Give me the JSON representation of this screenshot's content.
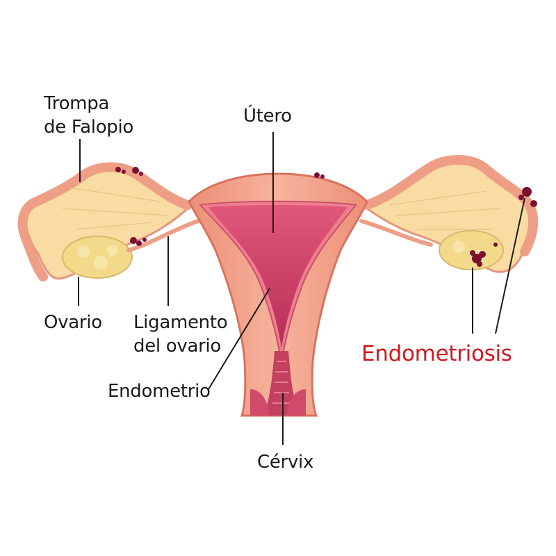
{
  "labels": {
    "trompa": [
      "Trompa",
      "de Falopio"
    ],
    "utero": "Útero",
    "ovario": "Ovario",
    "ligamento": [
      "Ligamento",
      "del ovario"
    ],
    "endometrio": "Endometrio",
    "cervix": "Cérvix",
    "endometriosis": "Endometriosis"
  },
  "colors": {
    "tissue": "#f2a58e",
    "tissue_dark": "#e07f6a",
    "cavity": "#c93a62",
    "tube_fill": "#f9dca3",
    "ovary": "#f3d98a",
    "lesion": "#7a1030",
    "accent": "#d0191e"
  }
}
